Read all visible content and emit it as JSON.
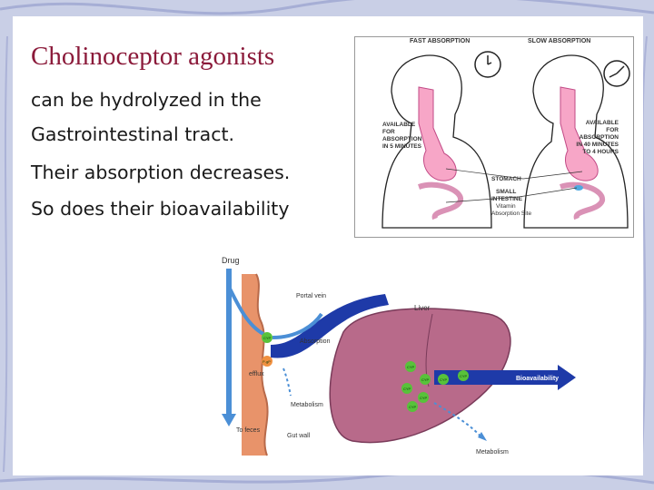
{
  "slide": {
    "title": "Cholinoceptor agonists",
    "lines": [
      "can be hydrolyzed in the",
      "Gastrointestinal tract.",
      "Their absorption decreases.",
      "So does their bioavailability"
    ]
  },
  "absorption_figure": {
    "header_left": "FAST ABSORPTION",
    "header_right": "SLOW ABSORPTION",
    "left_note": [
      "AVAILABLE",
      "FOR",
      "ABSORPTION",
      "IN 5 MINUTES"
    ],
    "right_note": [
      "AVAILABLE",
      "FOR",
      "ABSORPTION",
      "IN 40 MINUTES",
      "TO 4 HOURS"
    ],
    "stomach_label": "STOMACH",
    "intestine_label": [
      "SMALL",
      "INTESTINE",
      "Vitamin",
      "Absorption Site"
    ]
  },
  "liver_figure": {
    "drug": "Drug",
    "portal_vein": "Portal vein",
    "liver": "Liver",
    "absorption": "Absorption",
    "efflux": "efflux",
    "metabolism_wall": "Metabolism",
    "to_feces": "To feces",
    "gut_wall": "Gut wall",
    "bioavailability": "Bioavailability",
    "metabolism_liver": "Metabolism",
    "cyp": "CYP",
    "pgp": "P-gP"
  },
  "colors": {
    "title": "#8b1a3a",
    "liver": "#b86a8a",
    "vein": "#1e3aa8",
    "cyp": "#58c23a"
  }
}
